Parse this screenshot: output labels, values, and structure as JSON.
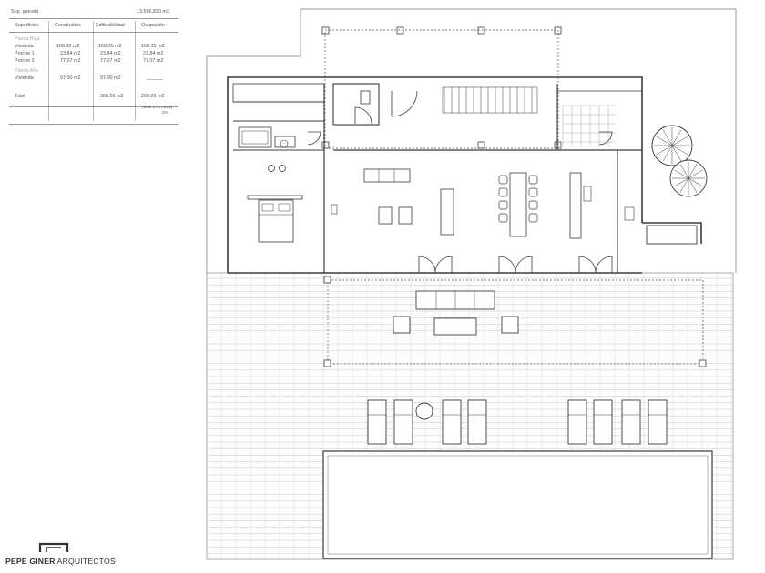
{
  "areas_table": {
    "plot": {
      "label": "Sup. parcela",
      "value": "13.556,830 m2"
    },
    "headers": [
      "Superficies",
      "Construidas",
      "Edificabilidad",
      "Ocupación"
    ],
    "ground_floor": {
      "label": "Planta Baja",
      "rows": [
        {
          "name": "Vivienda",
          "built": "168.35 m2",
          "buildability": "168.35 m2",
          "occupancy": "168.35 m2"
        },
        {
          "name": "Porche 1",
          "built": "23.84 m2",
          "buildability": "23.84 m2",
          "occupancy": "23.84 m2"
        },
        {
          "name": "Porche 2",
          "built": "77.07 m2",
          "buildability": "77.07 m2",
          "occupancy": "77.07 m2"
        }
      ]
    },
    "upper_floor": {
      "label": "Planta Alta",
      "rows": [
        {
          "name": "Vivienda",
          "built": "97.00 m2",
          "buildability": "97.00 m2",
          "occupancy": "______"
        }
      ]
    },
    "total": {
      "label": "Total",
      "buildability": "366.26 m2",
      "occupancy": "269.26 m2"
    },
    "max_note": "(Max 270,73m2)",
    "max_percent": "2%"
  },
  "brand": {
    "name_bold": "PEPE GINER",
    "name_regular": "ARQUITECTOS"
  },
  "colors": {
    "line": "#3c3c3c",
    "grid": "#b4b4b4",
    "light": "#888888"
  }
}
